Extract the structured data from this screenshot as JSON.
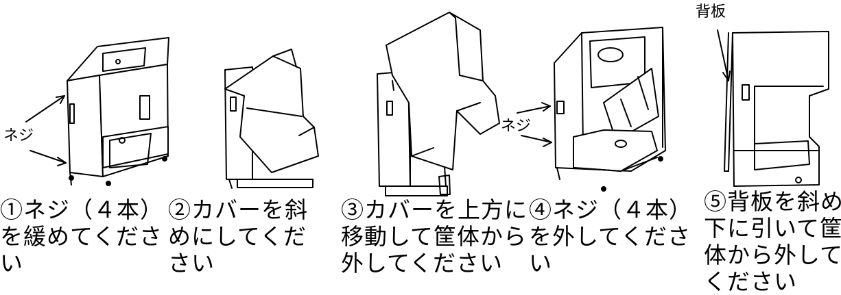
{
  "labels": {
    "screw_left": "ネジ",
    "screw_step4": "ネジ",
    "back_plate": "背板"
  },
  "steps": [
    {
      "lines": [
        "①ネジ（４本）",
        "を緩めてくださ",
        "い"
      ]
    },
    {
      "lines": [
        "②カバーを斜",
        "めにしてくだ",
        "さい"
      ]
    },
    {
      "lines": [
        "③カバーを上方に",
        "移動して筐体から",
        "外してください"
      ]
    },
    {
      "lines": [
        "④ネジ（４本）",
        "を外してくださ",
        "い"
      ]
    },
    {
      "lines": [
        "⑤背板を斜め",
        "下に引いて筐",
        "体から外して",
        "ください"
      ]
    }
  ]
}
